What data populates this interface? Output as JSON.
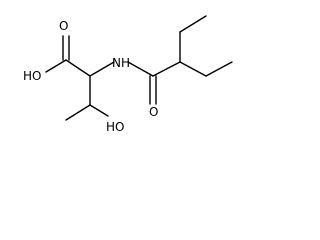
{
  "structure": {
    "atom_labels": {
      "carboxyl_oxygen": "O",
      "carboxyl_hydroxyl": "HO",
      "amide_nitrogen": "NH",
      "amide_oxygen": "O",
      "hydroxyl": "HO"
    }
  }
}
